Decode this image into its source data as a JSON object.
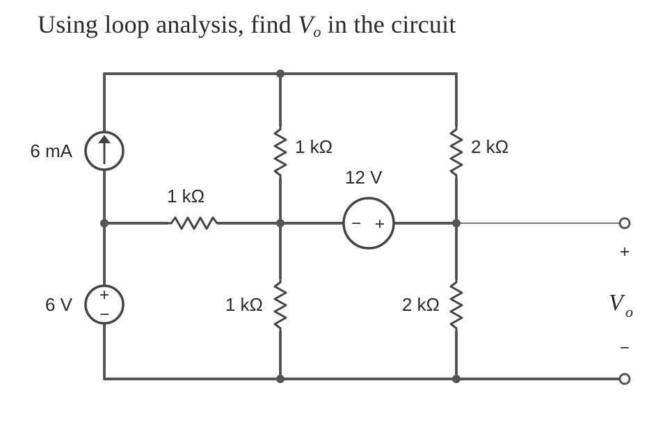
{
  "problem": {
    "prefix": "Using loop analysis, find ",
    "var": "V",
    "var_sub": "o",
    "suffix": " in the circuit"
  },
  "circuit": {
    "current_source_label": "6 mA",
    "voltage_source_left_label": "6 V",
    "voltage_source_left_plus": "+",
    "voltage_source_left_minus": "−",
    "r_top_middle": "1 kΩ",
    "r_top_right": "2 kΩ",
    "r_horizontal_left": "1 kΩ",
    "voltage_source_mid_label": "12 V",
    "voltage_source_mid_minus": "−",
    "voltage_source_mid_plus": "+",
    "r_bottom_middle": "1 kΩ",
    "r_bottom_right": "2 kΩ",
    "output_plus": "+",
    "output_minus": "−",
    "output_var": "V",
    "output_var_sub": "o"
  }
}
